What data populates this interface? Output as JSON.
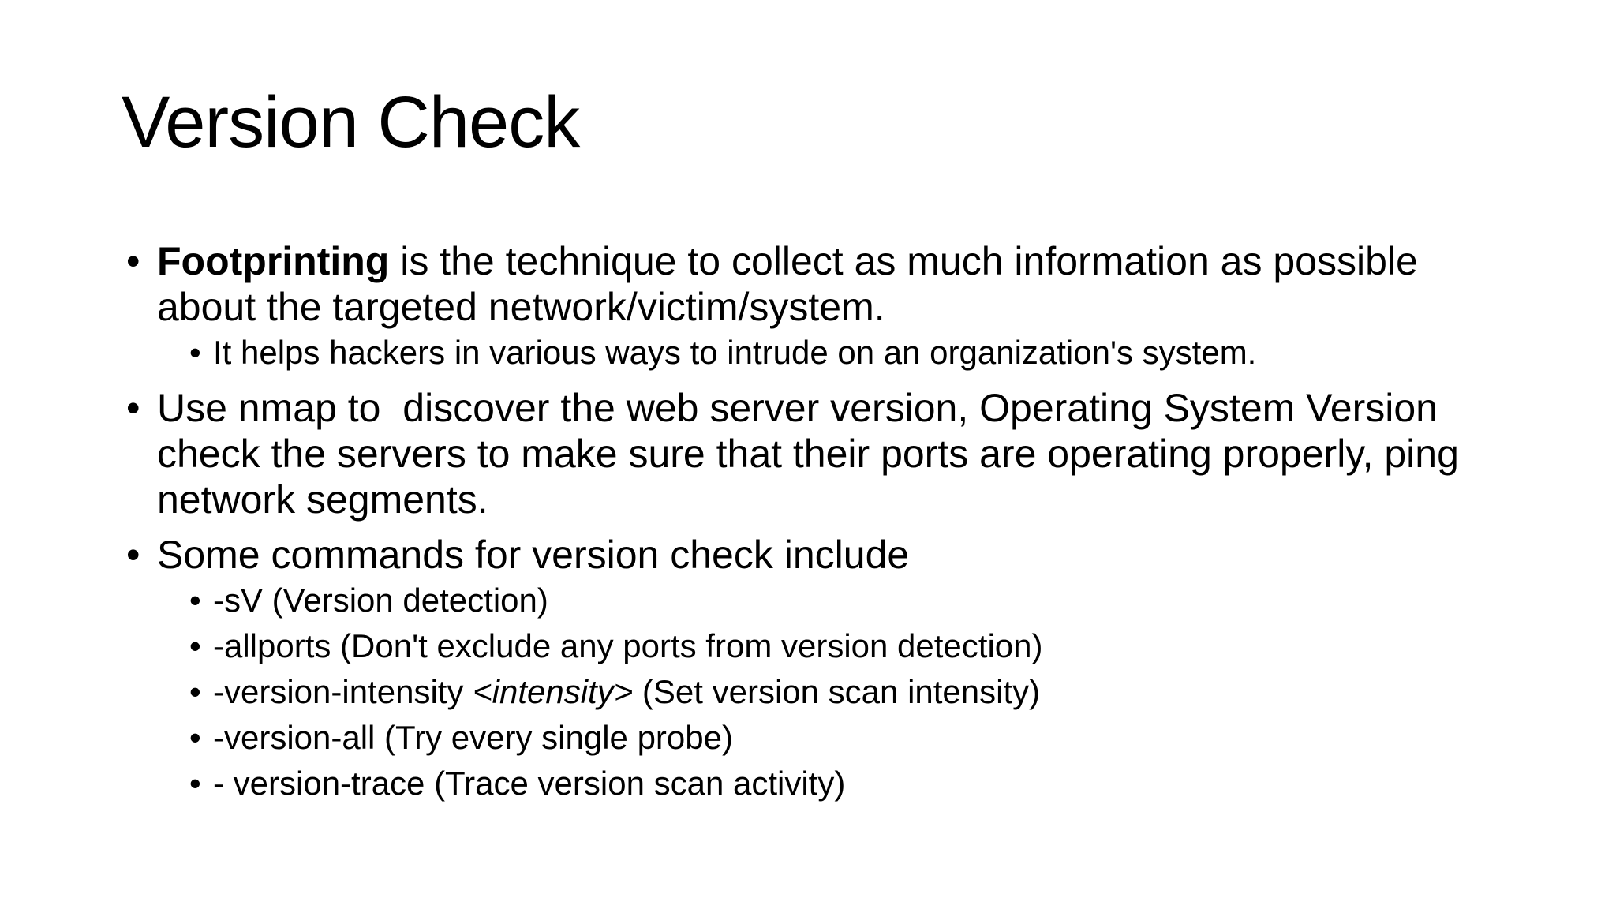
{
  "slide": {
    "title": "Version Check",
    "bullet_glyph": "•",
    "colors": {
      "background": "#ffffff",
      "text": "#000000"
    },
    "bullets": [
      {
        "level": 1,
        "lines": [
          [
            {
              "text": "Footprinting",
              "bold": true
            },
            {
              "text": " is the technique to collect as much information as possible"
            }
          ],
          [
            {
              "text": "about the targeted network/victim/system."
            }
          ]
        ]
      },
      {
        "level": 2,
        "lines": [
          [
            {
              "text": "It helps hackers in various ways to intrude on an organization's system."
            }
          ]
        ]
      },
      {
        "level": 1,
        "lines": [
          [
            {
              "text": "Use nmap to  discover the web server version, Operating System Version"
            }
          ],
          [
            {
              "text": "check the servers to make sure that their ports are operating properly, ping"
            }
          ],
          [
            {
              "text": "network segments."
            }
          ]
        ]
      },
      {
        "level": 1,
        "lines": [
          [
            {
              "text": "Some commands for version check include"
            }
          ]
        ]
      },
      {
        "level": 2,
        "lines": [
          [
            {
              "text": "-sV (Version detection)"
            }
          ]
        ]
      },
      {
        "level": 2,
        "lines": [
          [
            {
              "text": "-allports (Don't exclude any ports from version detection)"
            }
          ]
        ]
      },
      {
        "level": 2,
        "lines": [
          [
            {
              "text": "-version-intensity "
            },
            {
              "text": "<intensity>",
              "italic": true
            },
            {
              "text": " (Set version scan intensity)"
            }
          ]
        ]
      },
      {
        "level": 2,
        "lines": [
          [
            {
              "text": "-version-all (Try every single probe)"
            }
          ]
        ]
      },
      {
        "level": 2,
        "lines": [
          [
            {
              "text": "- version-trace (Trace version scan activity)"
            }
          ]
        ]
      }
    ]
  }
}
